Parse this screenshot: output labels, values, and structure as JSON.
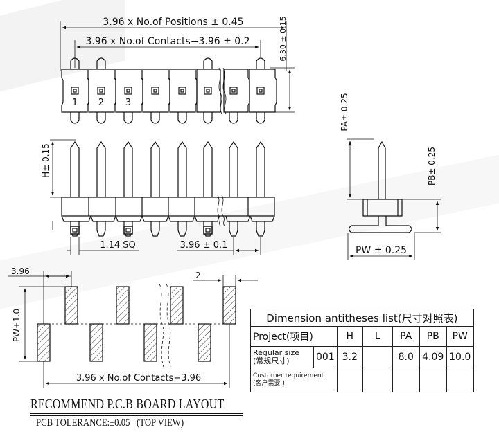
{
  "top_view": {
    "dim_positions": "3.96 x No.of Positions ± 0.45",
    "dim_contacts": "3.96 x No.of Contacts−3.96 ± 0.2",
    "dim_height": "6.30 ± 0.15",
    "pin_numbers": [
      "1",
      "2",
      "3"
    ]
  },
  "front_view": {
    "dim_h": "H± 0.15",
    "dim_sq": "1.14 SQ",
    "dim_pitch": "3.96 ± 0.1"
  },
  "side_view": {
    "dim_pa": "PA± 0.25",
    "dim_pb": "PB± 0.25",
    "dim_pw": "PW ± 0.25"
  },
  "pcb_layout": {
    "dim_pitch": "3.96",
    "dim_two": "2",
    "dim_pw": "PW+1.0",
    "dim_contacts": "3.96 x No.of Contacts−3.96",
    "caption_title": "RECOMMEND P.C.B BOARD LAYOUT",
    "caption_tolerance": "PCB TOLERANCE:±0.05",
    "caption_view": "(TOP VIEW)"
  },
  "table": {
    "title": "Dimension antitheses list(尺寸对照表)",
    "header_project": "Project(项目)",
    "headers": [
      "H",
      "L",
      "PA",
      "PB",
      "PW"
    ],
    "regular_label_en": "Regular size",
    "regular_label_cn": "(常规尺寸)",
    "regular_code": "001",
    "regular_values": [
      "3.2",
      "",
      "8.0",
      "4.09",
      "10.0"
    ],
    "custom_label_en": "Customer requirement",
    "custom_label_cn": "(客户需要 )"
  }
}
